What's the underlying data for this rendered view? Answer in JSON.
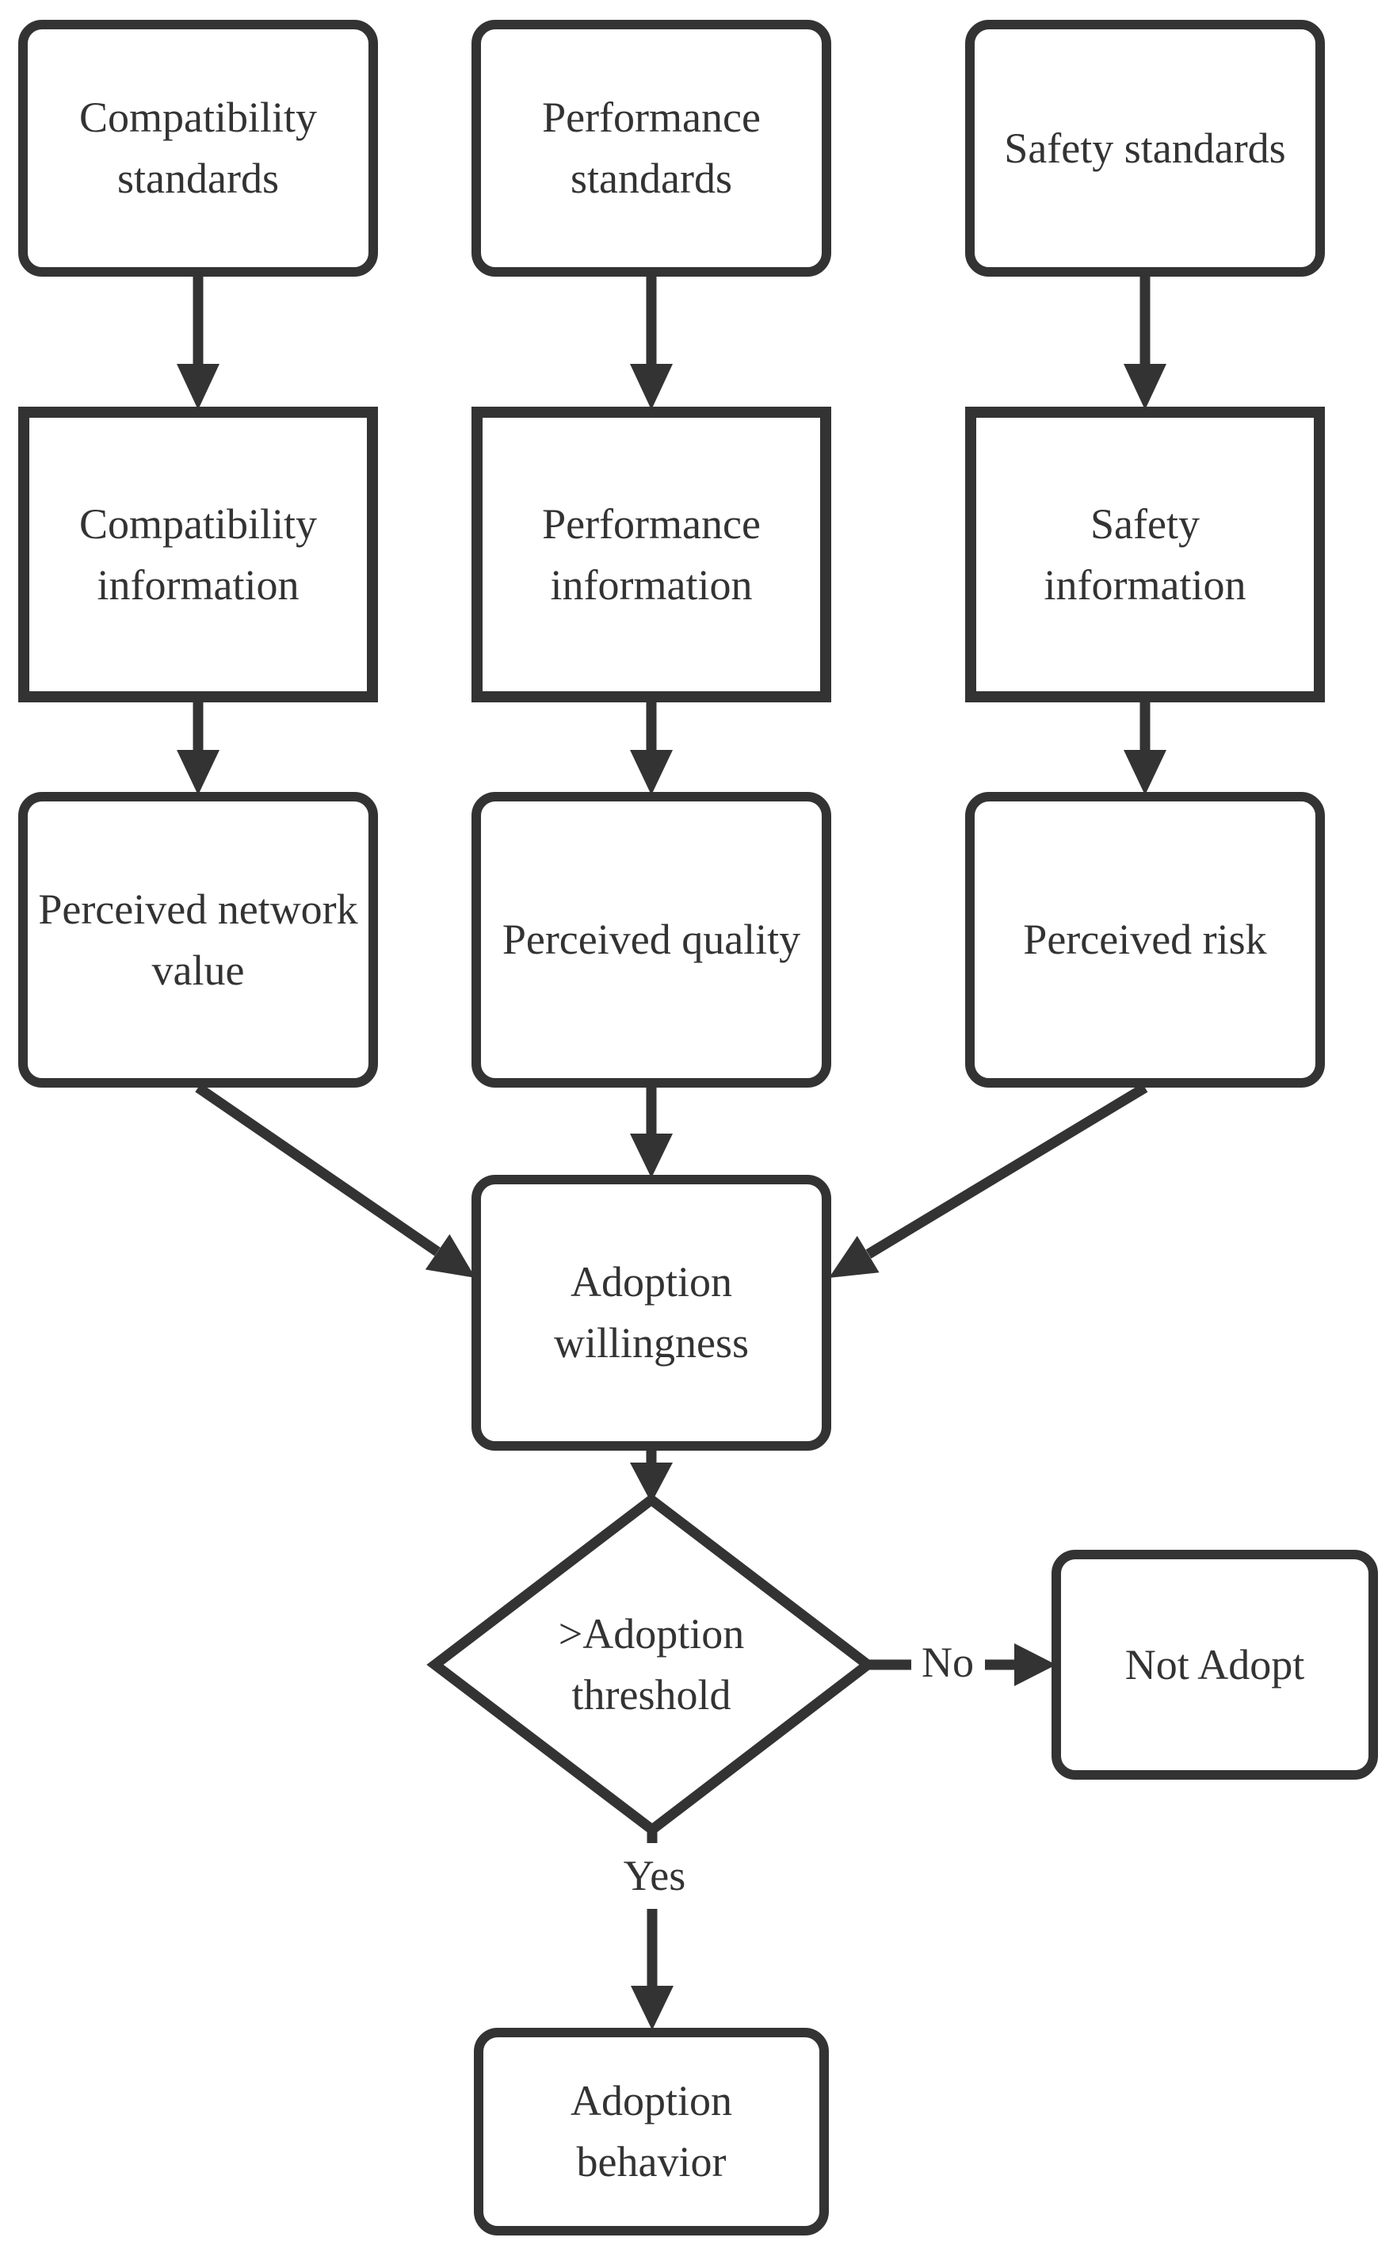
{
  "diagram": {
    "background_color": "#ffffff",
    "stroke_color": "#333333",
    "text_color": "#333333",
    "nodes": {
      "compatibility_standards": {
        "label": "Compatibility standards"
      },
      "performance_standards": {
        "label": "Performance standards"
      },
      "safety_standards": {
        "label": "Safety standards"
      },
      "compatibility_information": {
        "label": "Compatibility information"
      },
      "performance_information": {
        "label": "Performance information"
      },
      "safety_information": {
        "label": "Safety information"
      },
      "perceived_network_value": {
        "label": "Perceived network value"
      },
      "perceived_quality": {
        "label": "Perceived quality"
      },
      "perceived_risk": {
        "label": "Perceived risk"
      },
      "adoption_willingness": {
        "label": "Adoption willingness"
      },
      "adoption_threshold_decision": {
        "label": ">Adoption threshold"
      },
      "not_adopt": {
        "label": "Not Adopt"
      },
      "adoption_behavior": {
        "label": "Adoption behavior"
      }
    },
    "edge_labels": {
      "no": "No",
      "yes": "Yes"
    }
  }
}
